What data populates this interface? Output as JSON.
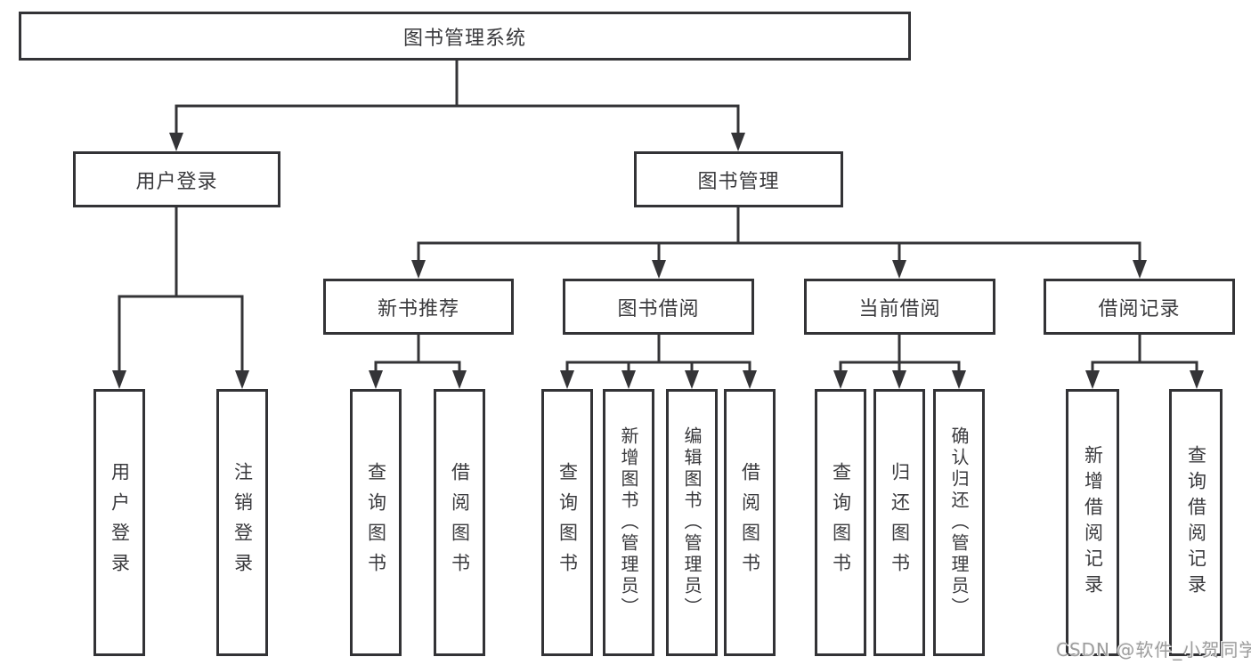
{
  "page": {
    "background": "#ffffff"
  },
  "colors": {
    "line": "#343437",
    "box_border": "#333336",
    "text": "#3a3a3d",
    "box_background": "#ffffff",
    "watermark": "#9d9d9d"
  },
  "watermark": {
    "text": "CSDN @软件_小贺同学"
  },
  "tree": {
    "root": {
      "label": "图书管理系统"
    },
    "branches": [
      {
        "label": "用户登录",
        "children": [
          {
            "label": "用户登录"
          },
          {
            "label": "注销登录"
          }
        ]
      },
      {
        "label": "图书管理",
        "children": [
          {
            "label": "新书推荐",
            "children": [
              {
                "label": "查询图书"
              },
              {
                "label": "借阅图书"
              }
            ]
          },
          {
            "label": "图书借阅",
            "children": [
              {
                "label": "查询图书"
              },
              {
                "label": "新增图书（管理员）"
              },
              {
                "label": "编辑图书（管理员）"
              },
              {
                "label": "借阅图书"
              }
            ]
          },
          {
            "label": "当前借阅",
            "children": [
              {
                "label": "查询图书"
              },
              {
                "label": "归还图书"
              },
              {
                "label": "确认归还（管理员）"
              }
            ]
          },
          {
            "label": "借阅记录",
            "children": [
              {
                "label": "新增借阅记录"
              },
              {
                "label": "查询借阅记录"
              }
            ]
          }
        ]
      }
    ]
  }
}
